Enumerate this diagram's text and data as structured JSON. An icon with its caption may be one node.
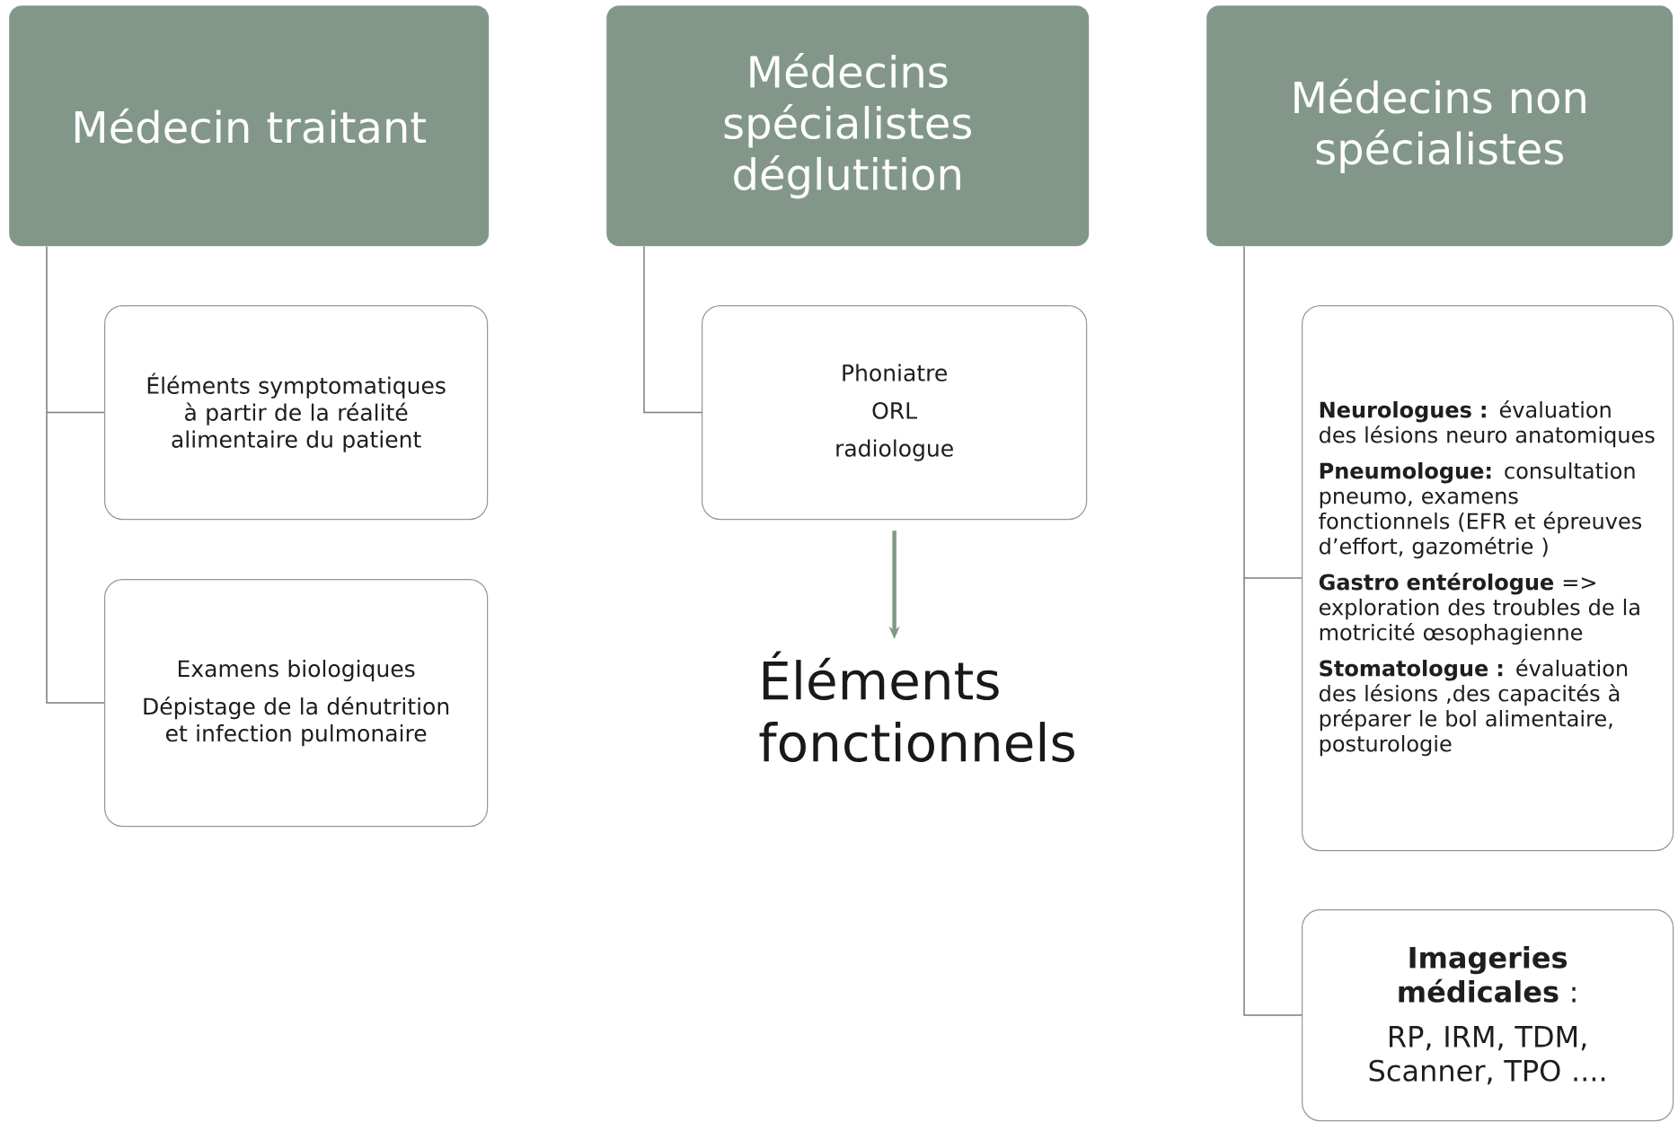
{
  "diagram": {
    "nodes": [
      {
        "text": [
          "Médecin traitant"
        ]
      },
      {
        "text": [
          "Éléments symptomatiques à partir de la réalité alimentaire du patient"
        ]
      },
      {
        "text": [
          "Examens biologiques",
          "Dépistage de la dénutrition et infection pulmonaire"
        ]
      },
      {
        "text": [
          "Médecins spécialistes déglutition"
        ]
      },
      {
        "text": [
          "Phoniatre",
          "ORL",
          "radiologue"
        ]
      },
      {
        "text": [
          "Éléments fonctionnels"
        ]
      },
      {
        "text": [
          "Médecins non spécialistes"
        ]
      },
      {
        "text": [
          "**Neurologues :** évaluation des lésions neuro anatomiques",
          "**Pneumologue:** consultation pneumo, examens fonctionnels (EFR et épreuves d’effort, gazométrie )",
          "**Gastro entérologue** => exploration des troubles de la motricité œsophagienne",
          "**Stomatologue :** évaluation des lésions ,des capacités à préparer le bol alimentaire, posturologie"
        ]
      },
      {
        "text": [
          "**Imageries médicales** :",
          "RP, IRM, TDM, Scanner, TPO ...."
        ]
      }
    ],
    "edges": [
      {
        "from": 0,
        "to": 1,
        "arrow": "none"
      },
      {
        "from": 0,
        "to": 2,
        "arrow": "none"
      },
      {
        "from": 3,
        "to": 4,
        "arrow": "none"
      },
      {
        "from": 4,
        "to": 5,
        "arrow": "to",
        "color": "#7f9a87",
        "style": "thick"
      },
      {
        "from": 6,
        "to": 7,
        "arrow": "none"
      },
      {
        "from": 6,
        "to": 8,
        "arrow": "none"
      }
    ]
  }
}
